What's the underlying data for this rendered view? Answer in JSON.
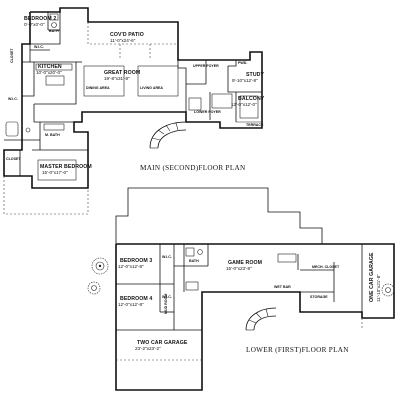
{
  "main_floor": {
    "caption": "MAIN (SECOND)FLOOR PLAN",
    "rooms": {
      "bedroom2": {
        "name": "BEDROOM 2",
        "dims": "0'-0\"x0'-0\""
      },
      "bath": {
        "name": "BATH"
      },
      "wic_top": {
        "name": "W.I.C."
      },
      "closet_left": {
        "name": "CLOSET"
      },
      "patio": {
        "name": "COV'D PATIO",
        "dims": "11'-0\"x24'-6\""
      },
      "kitchen": {
        "name": "KITCHEN",
        "dims": "10'-0\"x20'-0\""
      },
      "great_room": {
        "name": "GREAT ROOM",
        "dims": "19'-8\"x31'-8\""
      },
      "dining": {
        "name": "DINING AREA"
      },
      "living": {
        "name": "LIVING AREA"
      },
      "upper_foyer": {
        "name": "UPPER FOYER"
      },
      "pwd": {
        "name": "PWD."
      },
      "study": {
        "name": "STUDY",
        "dims": "9'-10\"x12'-8\""
      },
      "balcony": {
        "name": "BALCONY",
        "dims": "12'-0\"x12'-0\""
      },
      "lower_foyer": {
        "name": "LOWER FOYER"
      },
      "terrace": {
        "name": "TERRACE"
      },
      "wic_master": {
        "name": "W.I.C."
      },
      "master_bath": {
        "name": "M. BATH"
      },
      "closet_master": {
        "name": "CLOSET"
      },
      "master_bedroom": {
        "name": "MASTER BEDROOM",
        "dims": "15'-0\"x17'-0\""
      }
    }
  },
  "lower_floor": {
    "caption": "LOWER (FIRST)FLOOR PLAN",
    "rooms": {
      "bedroom3": {
        "name": "BEDROOM 3",
        "dims": "12'-0\"x12'-8\""
      },
      "wic3": {
        "name": "W.I.C."
      },
      "bath": {
        "name": "BATH"
      },
      "game_room": {
        "name": "GAME ROOM",
        "dims": "15'-0\"x23'-8\""
      },
      "wet_bar": {
        "name": "WET BAR"
      },
      "mech_closet": {
        "name": "MECH. CLOSET"
      },
      "storage": {
        "name": "STORAGE"
      },
      "one_car_garage": {
        "name": "ONE CAR GARAGE",
        "dims": "11'-10\"x21'-8\""
      },
      "mud_room": {
        "name": "MUD ROOM"
      },
      "bedroom4": {
        "name": "BEDROOM 4",
        "dims": "12'-0\"x12'-8\""
      },
      "wic4": {
        "name": "W.I.C."
      },
      "two_car_garage": {
        "name": "TWO CAR GARAGE",
        "dims": "23'-2\"x23'-2\""
      }
    }
  }
}
